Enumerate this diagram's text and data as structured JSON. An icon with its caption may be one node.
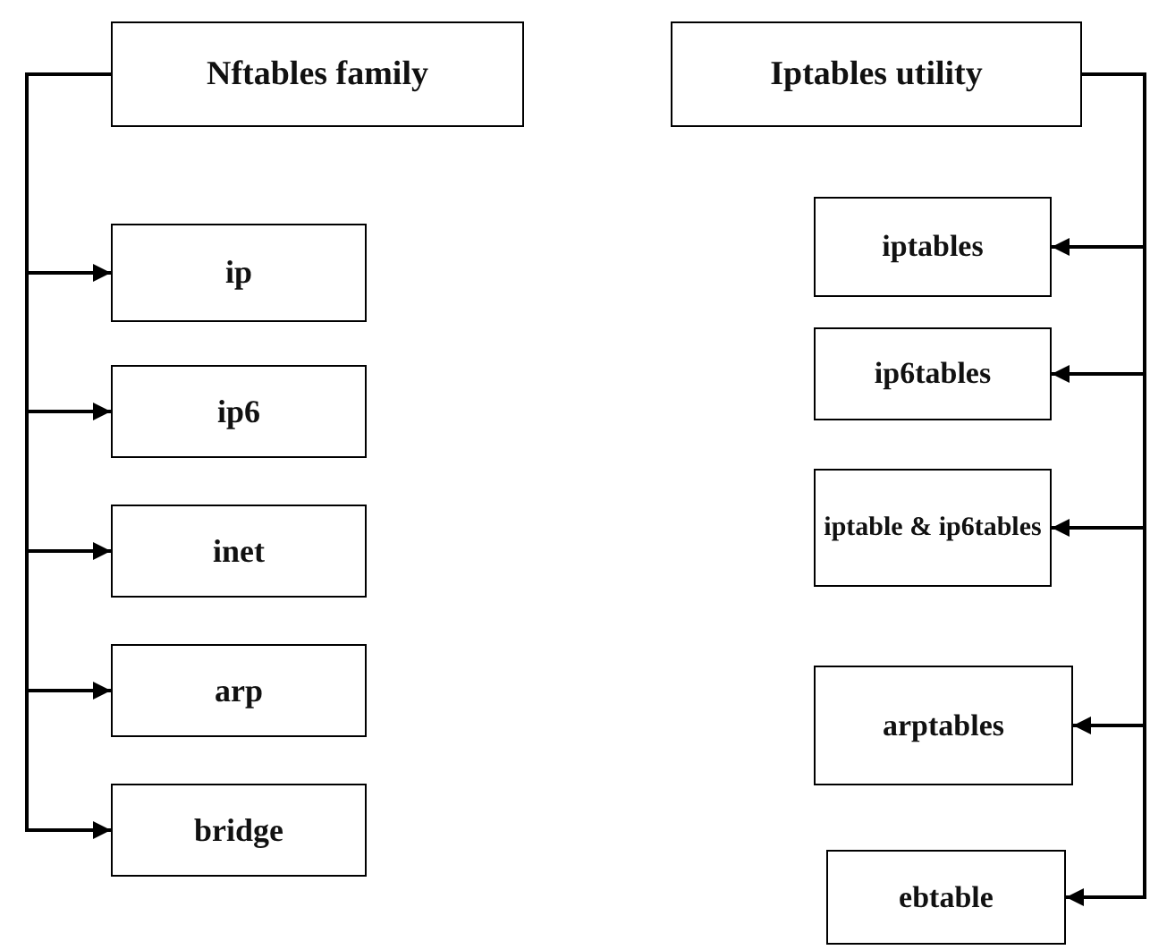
{
  "diagram": {
    "nodes": [
      {
        "text": [
          "Nftables family"
        ]
      },
      {
        "text": [
          "ip"
        ]
      },
      {
        "text": [
          "ip6"
        ]
      },
      {
        "text": [
          "inet"
        ]
      },
      {
        "text": [
          "arp"
        ]
      },
      {
        "text": [
          "bridge"
        ]
      },
      {
        "text": [
          "Iptables utility"
        ]
      },
      {
        "text": [
          "iptables"
        ]
      },
      {
        "text": [
          "ip6tables"
        ]
      },
      {
        "text": [
          "iptable & ip6tables"
        ]
      },
      {
        "text": [
          "arptables"
        ]
      },
      {
        "text": [
          "ebtable"
        ]
      }
    ],
    "edges": [
      {
        "from": 0,
        "to": 1,
        "arrow": "to"
      },
      {
        "from": 0,
        "to": 2,
        "arrow": "to"
      },
      {
        "from": 0,
        "to": 3,
        "arrow": "to"
      },
      {
        "from": 0,
        "to": 4,
        "arrow": "to"
      },
      {
        "from": 0,
        "to": 5,
        "arrow": "to"
      },
      {
        "from": 6,
        "to": 7,
        "arrow": "to"
      },
      {
        "from": 6,
        "to": 8,
        "arrow": "to"
      },
      {
        "from": 6,
        "to": 9,
        "arrow": "to"
      },
      {
        "from": 6,
        "to": 10,
        "arrow": "to"
      },
      {
        "from": 6,
        "to": 11,
        "arrow": "to"
      }
    ]
  }
}
